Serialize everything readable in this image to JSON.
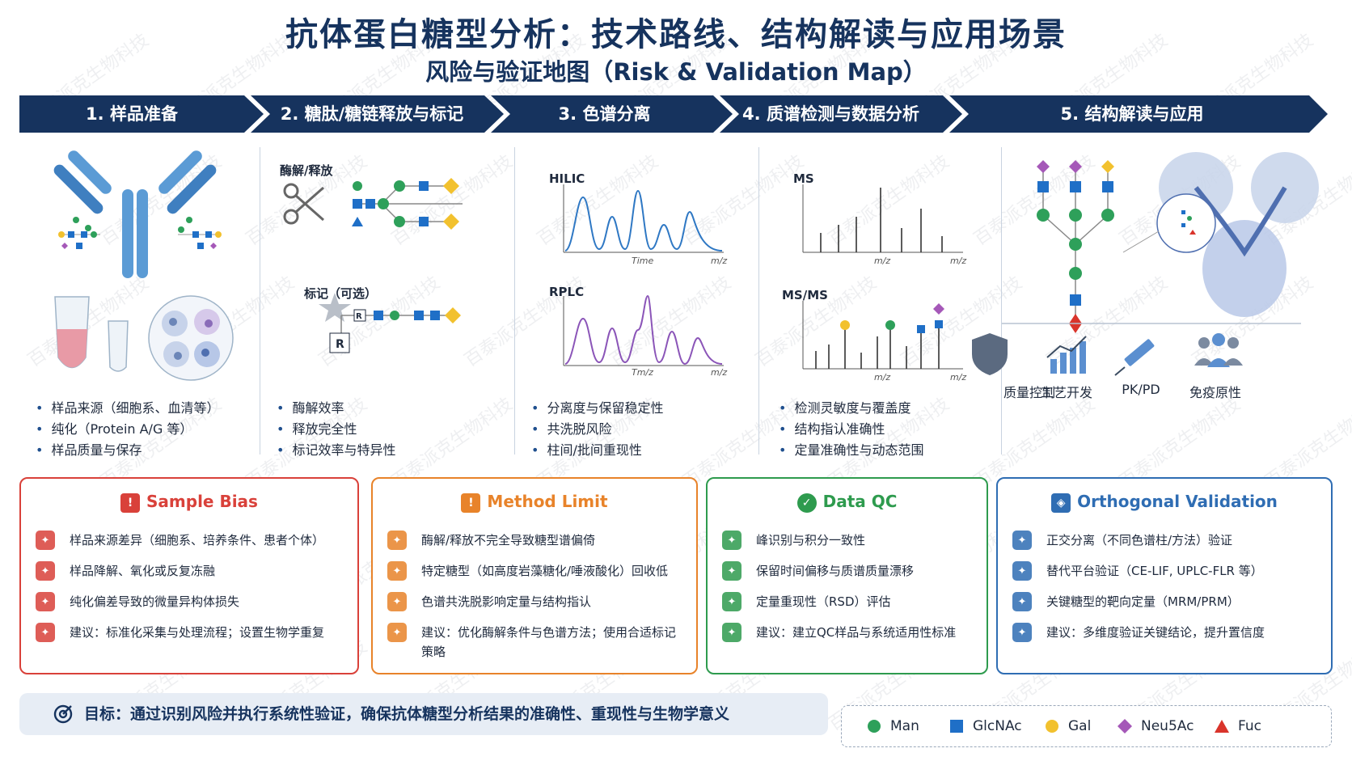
{
  "header": {
    "title": "抗体蛋白糖型分析：技术路线、结构解读与应用场景",
    "subtitle": "风险与验证地图（Risk & Validation Map）"
  },
  "steps": [
    {
      "label": "1. 样品准备"
    },
    {
      "label": "2. 糖肽/糖链释放与标记"
    },
    {
      "label": "3. 色谱分离"
    },
    {
      "label": "4. 质谱检测与数据分析"
    },
    {
      "label": "5. 结构解读与应用"
    }
  ],
  "panel1": {
    "bullets": [
      "样品来源（细胞系、血清等）",
      "纯化（Protein A/G 等）",
      "样品质量与保存"
    ]
  },
  "panel2": {
    "label_release": "酶解/释放",
    "label_tag": "标记（可选）",
    "tag_letter": "R",
    "bullets": [
      "酶解效率",
      "释放完全性",
      "标记效率与特异性"
    ]
  },
  "panel3": {
    "hilic_label": "HILIC",
    "hilic_x": "Time",
    "hilic_x2": "m/z",
    "rplc_label": "RPLC",
    "rplc_x": "Tm/z",
    "rplc_x2": "m/z",
    "bullets": [
      "分离度与保留稳定性",
      "共洗脱风险",
      "柱间/批间重现性"
    ]
  },
  "panel4": {
    "ms_label": "MS",
    "ms_x": "m/z",
    "ms_x2": "m/z",
    "msms_label": "MS/MS",
    "msms_x": "m/z",
    "msms_x2": "m/z",
    "bullets": [
      "检测灵敏度与覆盖度",
      "结构指认准确性",
      "定量准确性与动态范围"
    ]
  },
  "panel5": {
    "apps": [
      "质量控制",
      "工艺开发",
      "PK/PD",
      "免疫原性"
    ]
  },
  "risks": [
    {
      "title": "Sample Bias",
      "color": "#d9413a",
      "items": [
        "样品来源差异（细胞系、培养条件、患者个体）",
        "样品降解、氧化或反复冻融",
        "纯化偏差导致的微量异构体损失",
        "建议：标准化采集与处理流程；设置生物学重复"
      ]
    },
    {
      "title": "Method Limit",
      "color": "#e8832a",
      "items": [
        "酶解/释放不完全导致糖型谱偏倚",
        "特定糖型（如高度岩藻糖化/唾液酸化）回收低",
        "色谱共洗脱影响定量与结构指认",
        "建议：优化酶解条件与色谱方法；使用合适标记策略"
      ]
    },
    {
      "title": "Data QC",
      "color": "#2e9b4e",
      "items": [
        "峰识别与积分一致性",
        "保留时间偏移与质谱质量漂移",
        "定量重现性（RSD）评估",
        "建议：建立QC样品与系统适用性标准"
      ]
    },
    {
      "title": "Orthogonal Validation",
      "color": "#2f6db3",
      "items": [
        "正交分离（不同色谱柱/方法）验证",
        "替代平台验证（CE-LIF, UPLC-FLR 等）",
        "关键糖型的靶向定量（MRM/PRM）",
        "建议：多维度验证关键结论，提升置信度"
      ]
    }
  ],
  "goal": {
    "text": "目标：通过识别风险并执行系统性验证，确保抗体糖型分析结果的准确性、重现性与生物学意义"
  },
  "legend": [
    {
      "label": "Man",
      "shape": "circle",
      "color": "#2ea05a"
    },
    {
      "label": "GlcNAc",
      "shape": "square",
      "color": "#1f6fc7"
    },
    {
      "label": "Gal",
      "shape": "circle",
      "color": "#f2c12e"
    },
    {
      "label": "Neu5Ac",
      "shape": "diamond",
      "color": "#a558b8"
    },
    {
      "label": "Fuc",
      "shape": "triangle",
      "color": "#d9342b"
    }
  ],
  "watermark": "百泰派克生物科技"
}
